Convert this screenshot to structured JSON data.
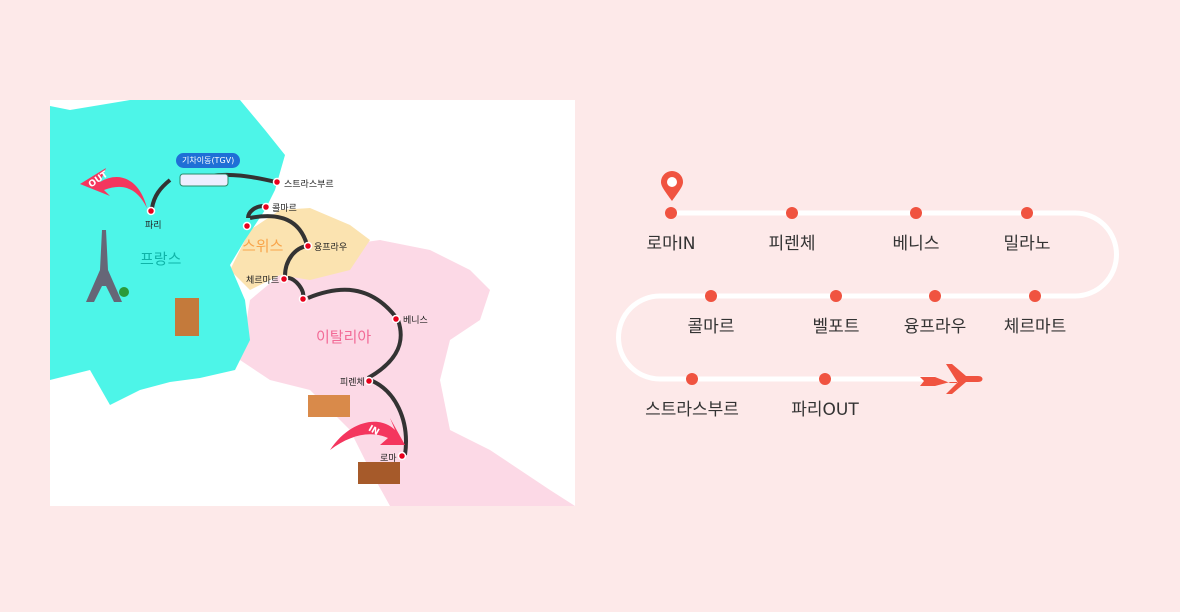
{
  "map": {
    "countries": {
      "france": "프랑스",
      "switzerland": "스위스",
      "italy": "이탈리아"
    },
    "cities": {
      "paris": "파리",
      "strasbourg": "스트라스부르",
      "colmar": "콜마르",
      "jungfrau": "융프라우",
      "zermatt": "체르마트",
      "venice": "베니스",
      "florence": "피렌체",
      "rome": "로마"
    },
    "train_badge": "기차이동(TGV)",
    "in_label": "IN",
    "out_label": "OUT"
  },
  "route": {
    "stops": [
      "로마IN",
      "피렌체",
      "베니스",
      "밀라노",
      "콜마르",
      "벨포트",
      "융프라우",
      "체르마트",
      "스트라스부르",
      "파리OUT"
    ]
  },
  "colors": {
    "background": "#fde9e9",
    "accent": "#f05340",
    "france": "#4df5e8",
    "switzerland": "#fbe3b0",
    "italy": "#fcd9e6"
  }
}
